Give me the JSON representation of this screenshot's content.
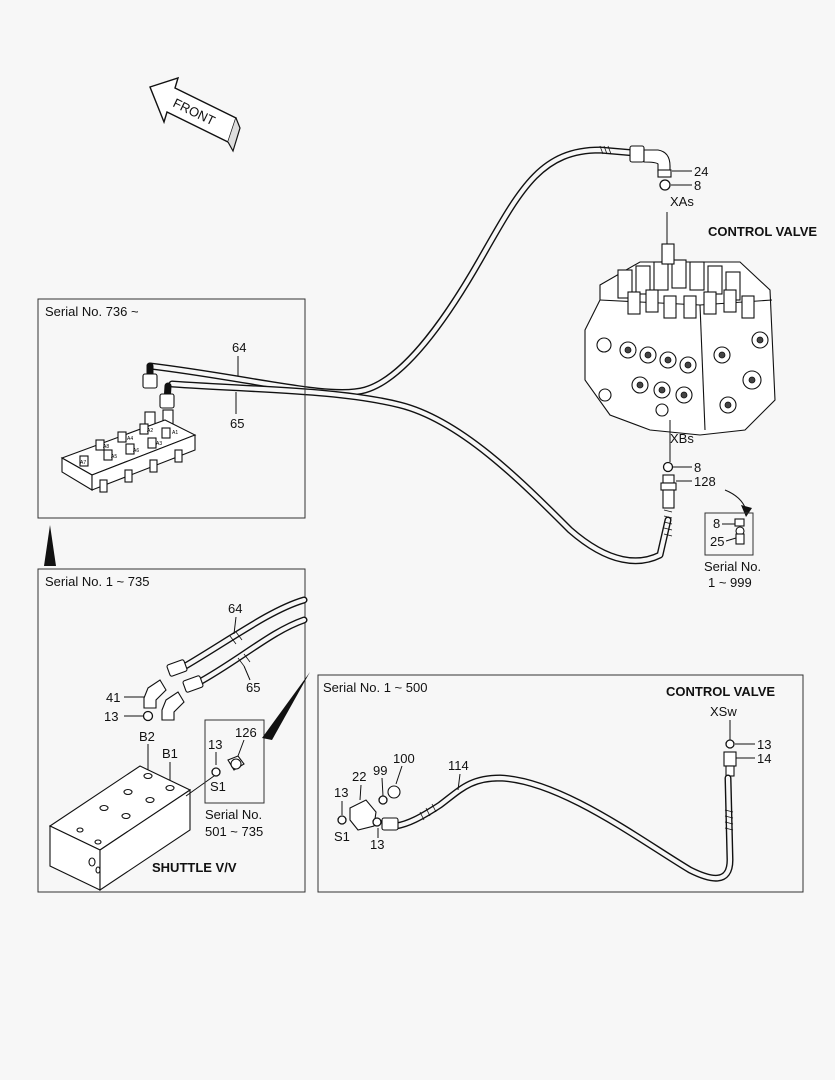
{
  "front_label": "FRONT",
  "top": {
    "control_valve_label": "CONTROL VALVE",
    "port_top": "XAs",
    "port_bottom": "XBs",
    "callouts": {
      "c24": "24",
      "c8a": "8",
      "c8b": "8",
      "c128": "128"
    },
    "inset": {
      "c8": "8",
      "c25": "25",
      "serial_line1": "Serial No.",
      "serial_line2": "1 ~ 999"
    }
  },
  "panel_a": {
    "title": "Serial No. 736 ~",
    "hose_upper": "64",
    "hose_lower": "65",
    "block_ports": [
      "A1",
      "A2",
      "A3",
      "A4",
      "A5",
      "A6",
      "A7",
      "A8"
    ]
  },
  "panel_b": {
    "title": "Serial No. 1 ~ 735",
    "hose_upper": "64",
    "hose_lower": "65",
    "c41": "41",
    "c13a": "13",
    "port_b2": "B2",
    "port_b1": "B1",
    "shuttle_label": "SHUTTLE V/V",
    "inset": {
      "c13": "13",
      "c126": "126",
      "port_s1": "S1",
      "serial_line1": "Serial No.",
      "serial_line2": "501 ~ 735"
    }
  },
  "panel_c": {
    "title": "Serial No. 1 ~ 500",
    "control_valve_label": "CONTROL VALVE",
    "port_xsw": "XSw",
    "c13a": "13",
    "c14": "14",
    "c114": "114",
    "c100": "100",
    "c99": "99",
    "c22": "22",
    "c13b": "13",
    "port_s1": "S1",
    "c13c": "13"
  }
}
